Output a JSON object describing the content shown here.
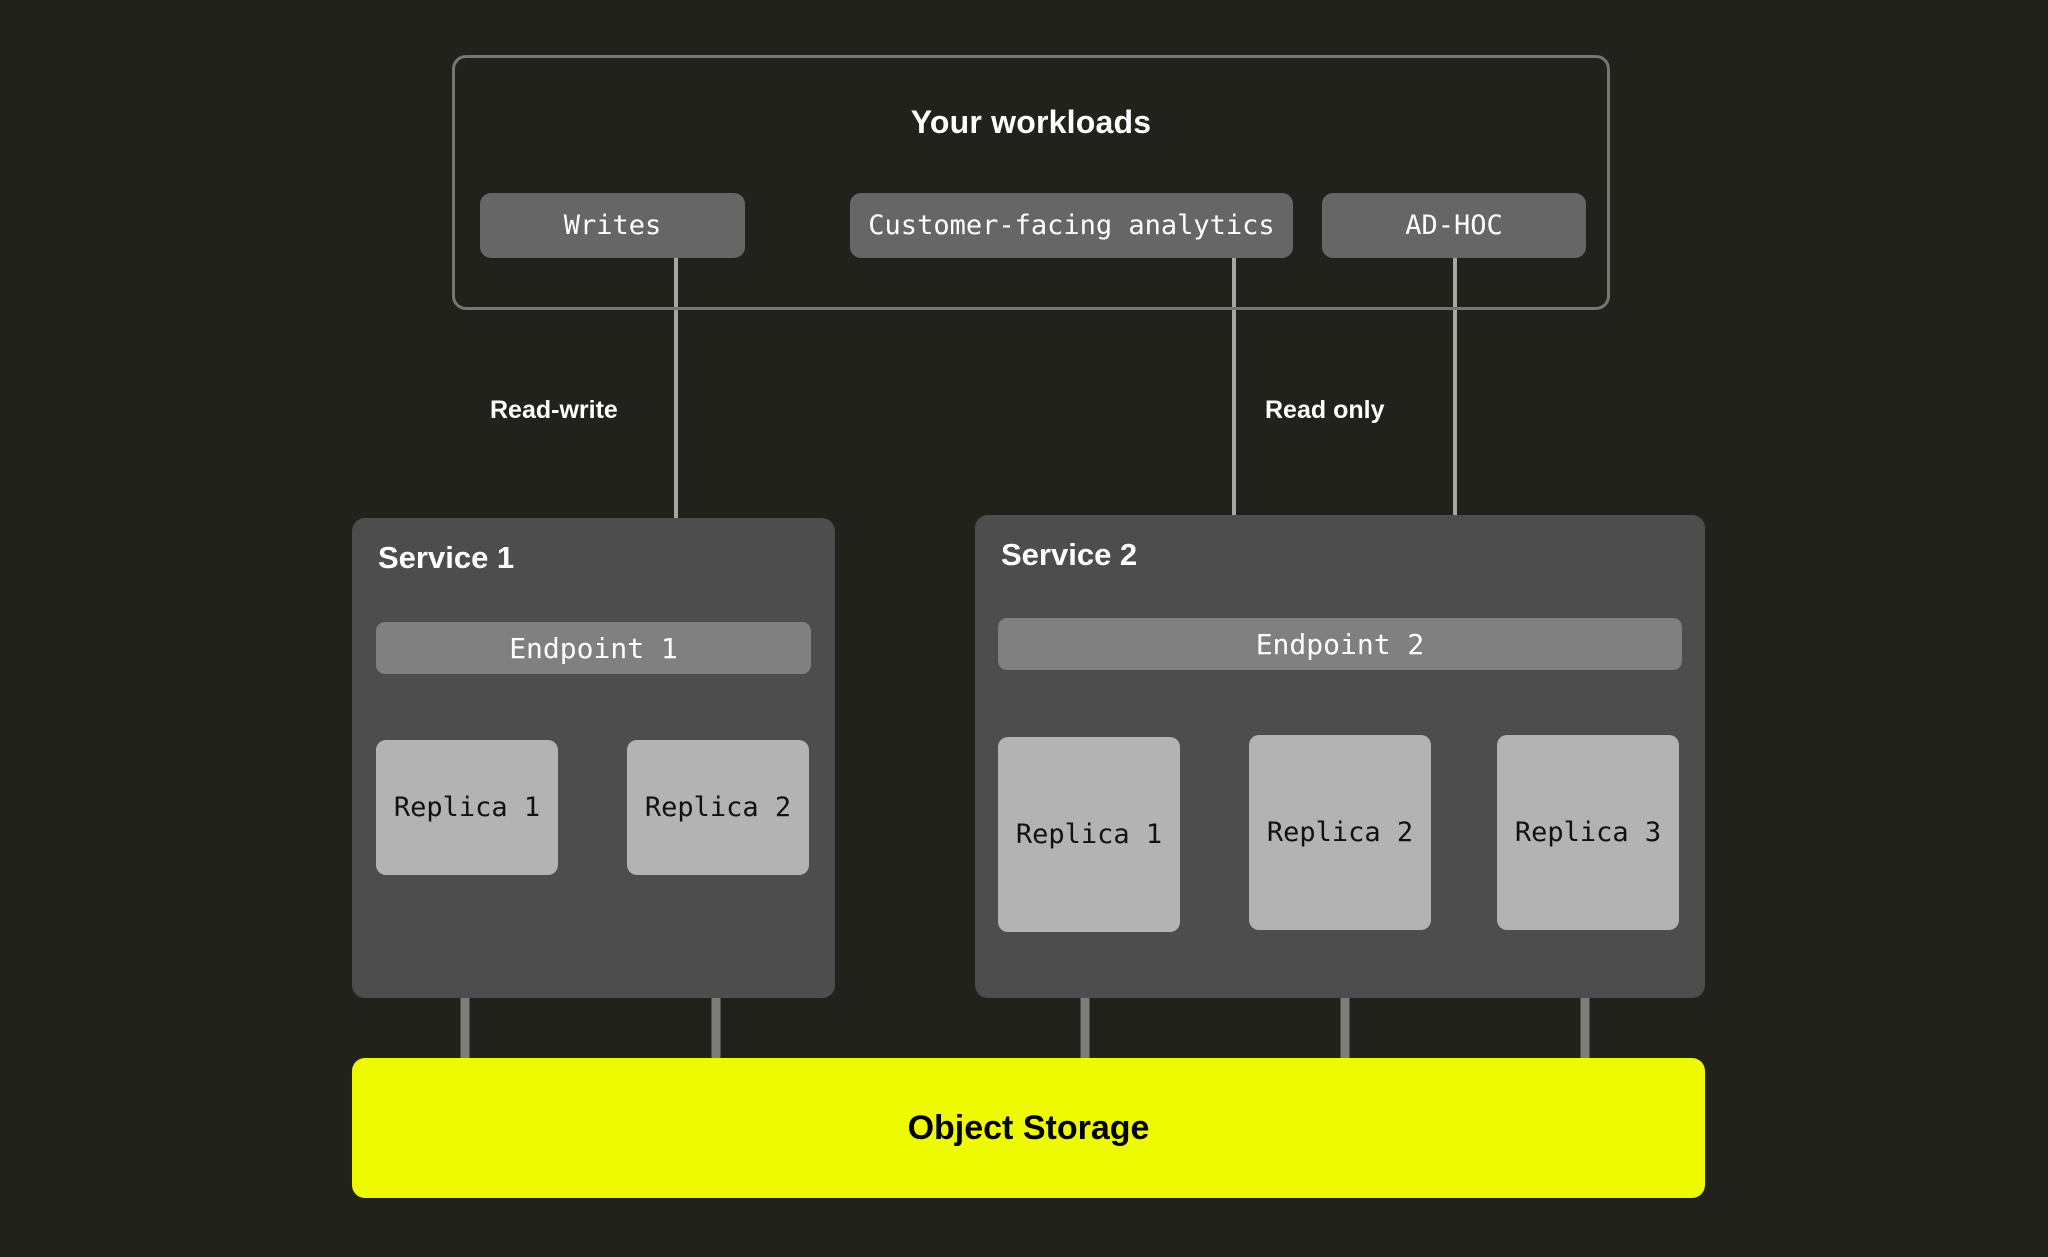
{
  "diagram": {
    "background_color": "#22221d",
    "accent_color": "#eefa00",
    "workloads": {
      "title": "Your workloads",
      "items": [
        {
          "label": "Writes"
        },
        {
          "label": "Customer-facing analytics"
        },
        {
          "label": "AD-HOC"
        }
      ]
    },
    "edge_labels": [
      {
        "text": "Read-write"
      },
      {
        "text": "Read only"
      }
    ],
    "services": [
      {
        "title": "Service 1",
        "endpoint": "Endpoint 1",
        "replicas": [
          {
            "label": "Replica 1"
          },
          {
            "label": "Replica 2"
          }
        ]
      },
      {
        "title": "Service 2",
        "endpoint": "Endpoint 2",
        "replicas": [
          {
            "label": "Replica 1"
          },
          {
            "label": "Replica 2"
          },
          {
            "label": "Replica 3"
          }
        ]
      }
    ],
    "storage": {
      "label": "Object Storage"
    }
  }
}
